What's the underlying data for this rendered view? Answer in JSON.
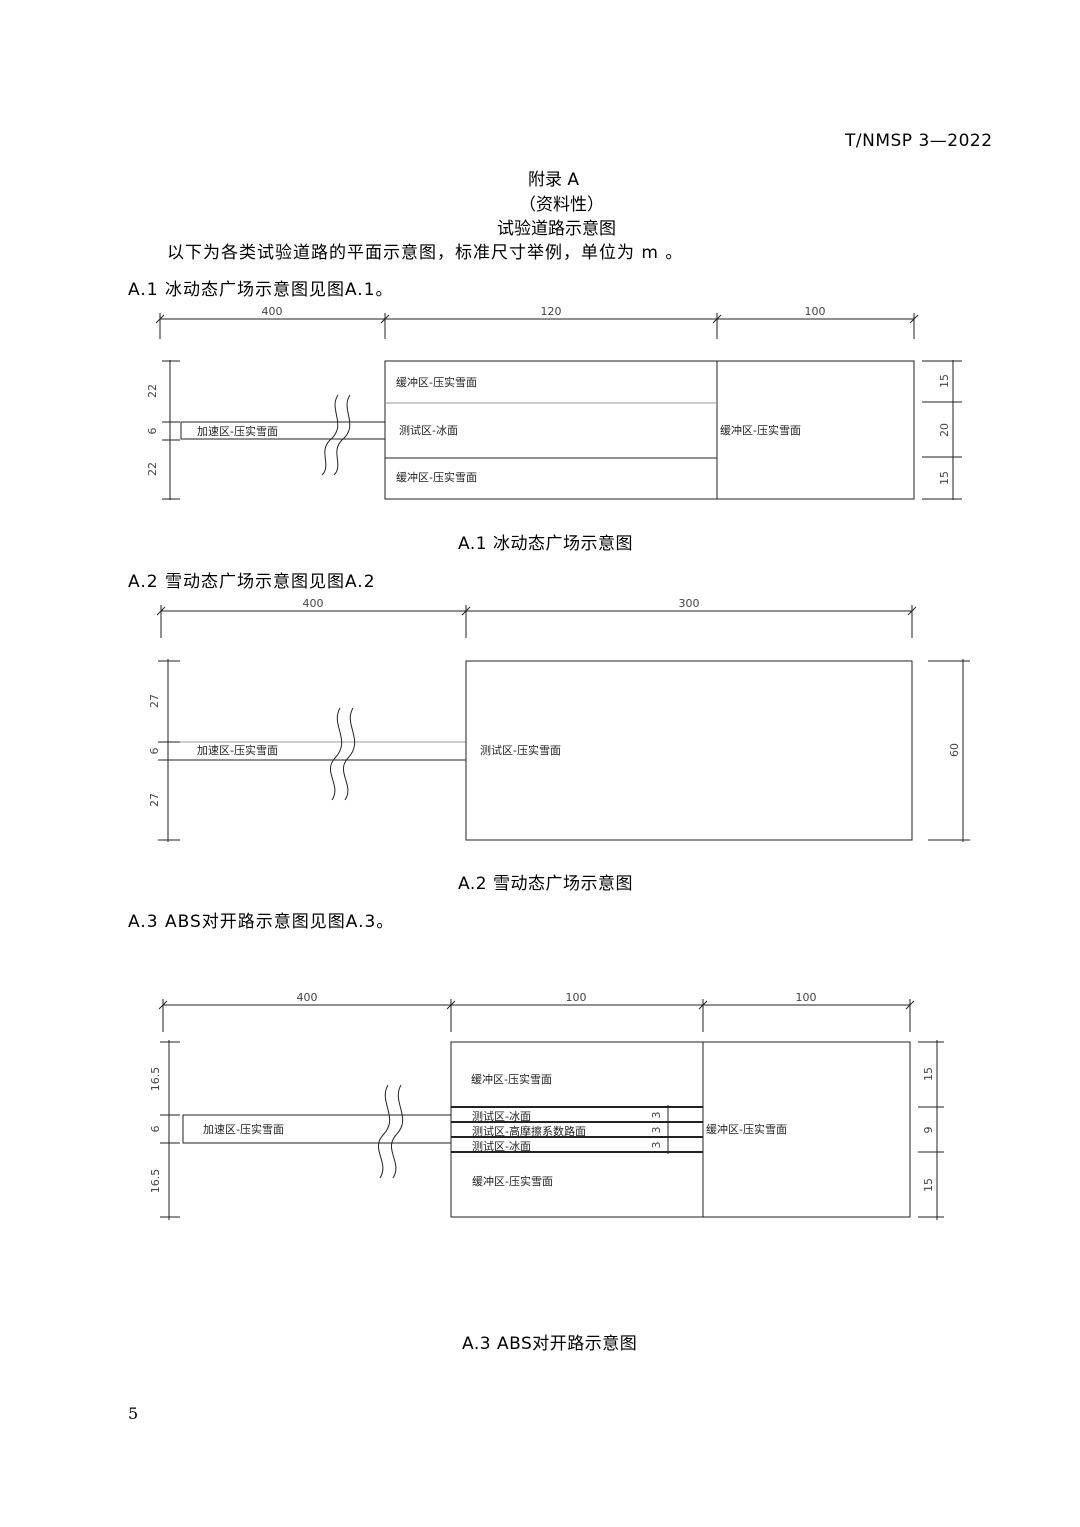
{
  "header": {
    "doc_number": "T/NMSP 3—2022"
  },
  "titles": {
    "appendix": "附录 A",
    "nature": "（资料性）",
    "name": "试验道路示意图"
  },
  "intro": "以下为各类试验道路的平面示意图，标准尺寸举例，单位为 m 。",
  "sections": [
    {
      "heading": "A.1 冰动态广场示意图见图A.1。",
      "caption": "A.1 冰动态广场示意图",
      "dims_top": [
        "400",
        "120",
        "100"
      ],
      "dims_left": [
        "22",
        "6",
        "22"
      ],
      "dims_right": [
        "15",
        "20",
        "15"
      ],
      "labels": {
        "accel": "加速区-压实雪面",
        "buffer_top": "缓冲区-压实雪面",
        "test": "测试区-冰面",
        "buffer_bottom": "缓冲区-压实雪面",
        "buffer_right": "缓冲区-压实雪面"
      }
    },
    {
      "heading": "A.2 雪动态广场示意图见图A.2",
      "caption": "A.2 雪动态广场示意图",
      "dims_top": [
        "400",
        "300"
      ],
      "dims_left": [
        "27",
        "6",
        "27"
      ],
      "dims_right": [
        "60"
      ],
      "labels": {
        "accel": "加速区-压实雪面",
        "test": "测试区-压实雪面"
      }
    },
    {
      "heading": "A.3 ABS对开路示意图见图A.3。",
      "caption": "A.3 ABS对开路示意图",
      "dims_top": [
        "400",
        "100",
        "100"
      ],
      "dims_left": [
        "16.5",
        "6",
        "16.5"
      ],
      "dims_right": [
        "15",
        "9",
        "15"
      ],
      "dims_inner": [
        "3",
        "3",
        "3"
      ],
      "labels": {
        "accel": "加速区-压实雪面",
        "buffer_top": "缓冲区-压实雪面",
        "test_1": "测试区-冰面",
        "test_2": "测试区-高摩擦系数路面",
        "test_3": "测试区-冰面",
        "buffer_bottom": "缓冲区-压实雪面",
        "buffer_right": "缓冲区-压实雪面"
      }
    }
  ],
  "page_number": "5"
}
